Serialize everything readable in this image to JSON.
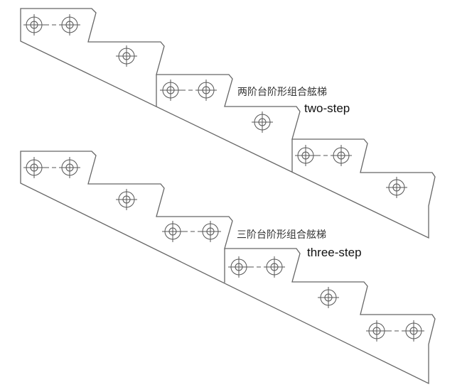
{
  "diagrams": [
    {
      "label_cn": "两阶台阶形组合舷梯",
      "label_en": "two-step"
    },
    {
      "label_cn": "三阶台阶形组合舷梯",
      "label_en": "three-step"
    }
  ],
  "colors": {
    "line": "#666666",
    "text": "#222222"
  }
}
